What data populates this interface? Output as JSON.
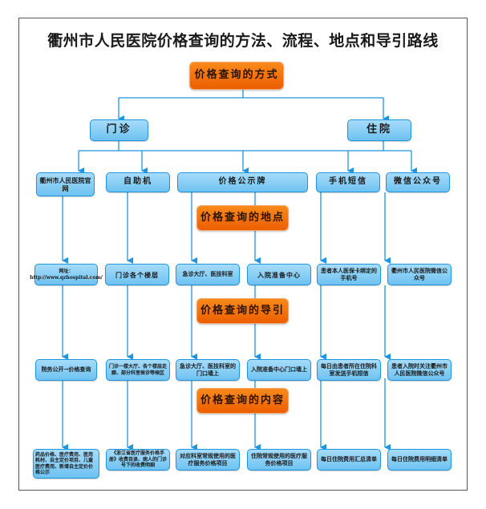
{
  "title": "衢州市人民医院价格查询的方法、流程、地点和导引路线",
  "colors": {
    "section": "#ef6a00",
    "node": "#7ec9f3",
    "line": "#1f95dd",
    "border": "#555555"
  },
  "sections": {
    "method": "价格查询的方式",
    "place": "价格查询的地点",
    "guide": "价格查询的导引",
    "content": "价格查询的内容"
  },
  "categories": {
    "outpatient": "门诊",
    "inpatient": "住院"
  },
  "columns": [
    {
      "method": "衢州市人民医院官网",
      "place": "网址：http://www.qzhospital.com/",
      "guide": "院务公开→价格查询",
      "content": "药品价格、医疗费用、医用耗材、自主定价项目、儿童医疗费用、新增自主定价价格公示"
    },
    {
      "method": "自助机",
      "place": "门诊各个楼层",
      "guide": "门诊一楼大厅、各个楼层走廊、部分科室候诊等候区",
      "content": "《浙江省医疗服务价格手册》收费目录、病人的门诊号下的收费明细"
    },
    {
      "method": "价格公示牌",
      "place": "急诊大厅、医技科室",
      "guide": "急诊大厅、医技科室的门口墙上",
      "content": "对应科室常规使用的医疗服务价格项目"
    },
    {
      "method": "",
      "place": "入院准备中心",
      "guide": "入院准备中心门口墙上",
      "content": "住院常规使用的医疗服务价格项目"
    },
    {
      "method": "手机短信",
      "place": "患者本人医保卡绑定的手机号",
      "guide": "每日由患者所在住院科室发送手机短信",
      "content": "每日住院费用汇总清单"
    },
    {
      "method": "微信公众号",
      "place": "衢州市人民医院微信公众号",
      "guide": "患者入院时关注衢州市人民医院微信公众号",
      "content": "每日住院费用明细清单"
    }
  ]
}
